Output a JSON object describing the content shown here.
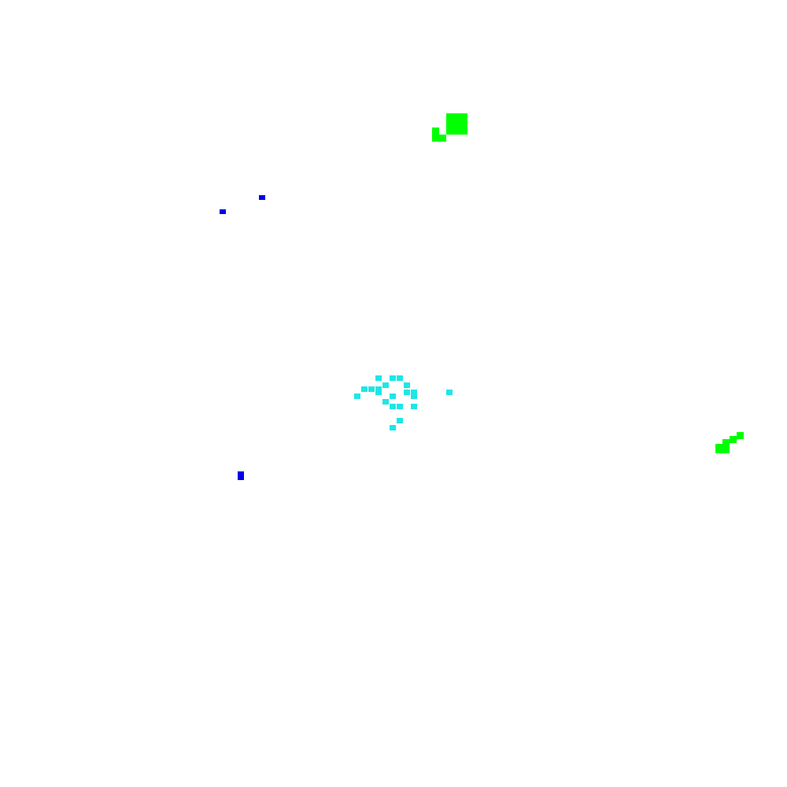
{
  "board": {
    "background": "#ffffff",
    "cell_size_units": 1
  },
  "colors": {
    "green": "#00ff00",
    "blue": "#0000e6",
    "cyan": "#1ee6e6"
  },
  "clusters": [
    {
      "name": "green-cluster-top",
      "color": "green",
      "cells": [
        [
          63,
          16
        ],
        [
          64,
          16
        ],
        [
          65,
          16
        ],
        [
          63,
          17
        ],
        [
          64,
          17
        ],
        [
          65,
          17
        ],
        [
          64,
          18
        ],
        [
          65,
          18
        ],
        [
          63,
          18
        ],
        [
          61,
          18
        ],
        [
          61,
          19
        ],
        [
          62,
          19
        ]
      ]
    },
    {
      "name": "blue-dot-1",
      "color": "blue",
      "cells": [
        [
          36.5,
          27.5
        ]
      ]
    },
    {
      "name": "blue-dot-2",
      "color": "blue",
      "cells": [
        [
          31,
          29.5
        ]
      ]
    },
    {
      "name": "cyan-cluster-center",
      "color": "cyan",
      "cells": [
        [
          53,
          53
        ],
        [
          55,
          53
        ],
        [
          56,
          53
        ],
        [
          54,
          54
        ],
        [
          57,
          54
        ],
        [
          51,
          54.5
        ],
        [
          52,
          54.5
        ],
        [
          53,
          54.5
        ],
        [
          53,
          55
        ],
        [
          57,
          55
        ],
        [
          58,
          55
        ],
        [
          50,
          55.5
        ],
        [
          55,
          55.5
        ],
        [
          58,
          55.5
        ],
        [
          54,
          56.3
        ],
        [
          55,
          57
        ],
        [
          58,
          57
        ],
        [
          56,
          57
        ],
        [
          56,
          59
        ],
        [
          55,
          60
        ],
        [
          63,
          55
        ]
      ]
    },
    {
      "name": "green-cluster-right",
      "color": "green",
      "cells": [
        [
          104,
          61
        ],
        [
          103,
          61.5
        ],
        [
          102,
          62
        ],
        [
          101,
          63
        ],
        [
          102,
          63
        ],
        [
          101,
          62.7
        ]
      ]
    },
    {
      "name": "blue-dot-3",
      "color": "blue",
      "cells": [
        [
          33.5,
          66.5
        ],
        [
          33.5,
          67
        ]
      ]
    }
  ]
}
